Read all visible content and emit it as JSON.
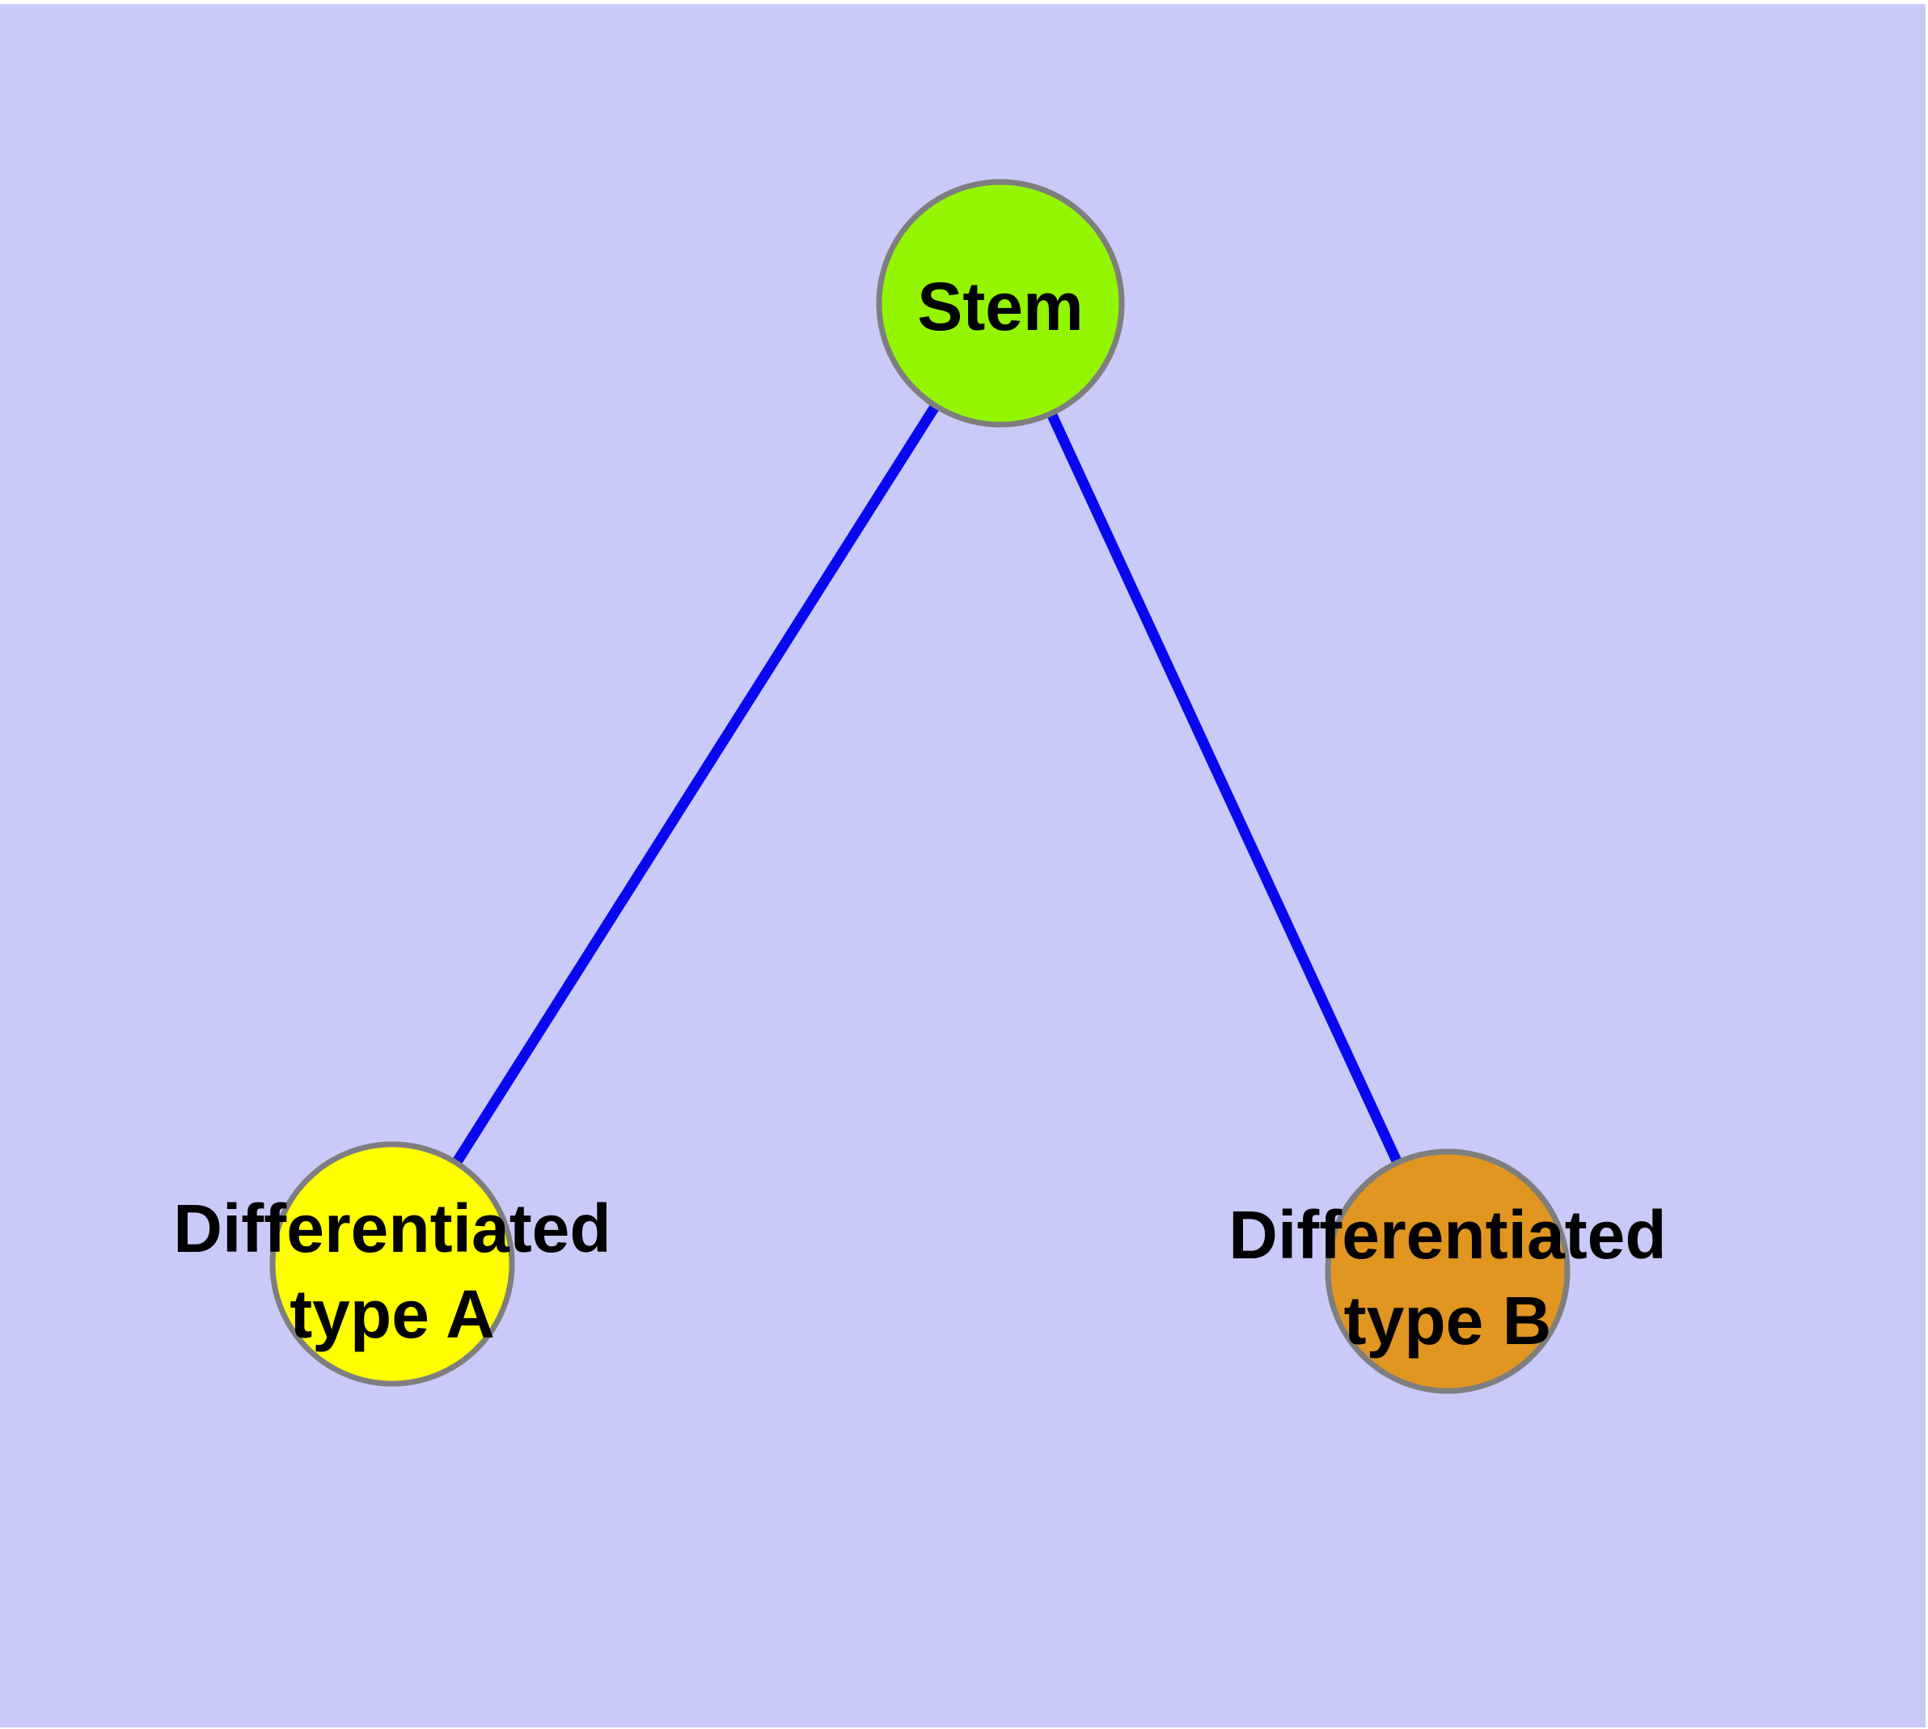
{
  "diagram": {
    "kind": "cell-differentiation-graph",
    "colors": {
      "background": "#CACAF8",
      "page_margin": "#FFFFFF",
      "node_border": "#7E7E7E",
      "edge": "#0808F0",
      "label_text": "#000000"
    },
    "nodes": {
      "stem": {
        "id": "stem",
        "label": "Stem",
        "fill": "#94F500"
      },
      "type_a": {
        "id": "type_a",
        "label": "Differentiated type A",
        "label_line1": "Differentiated",
        "label_line2": "type A",
        "fill": "#FFFF00"
      },
      "type_b": {
        "id": "type_b",
        "label": "Differentiated type B",
        "label_line1": "Differentiated",
        "label_line2": "type B",
        "fill": "#E09620"
      }
    },
    "edges": {
      "stem_to_type_a": {
        "from": "stem",
        "to": "type_a"
      },
      "stem_to_type_b": {
        "from": "stem",
        "to": "type_b"
      }
    }
  }
}
